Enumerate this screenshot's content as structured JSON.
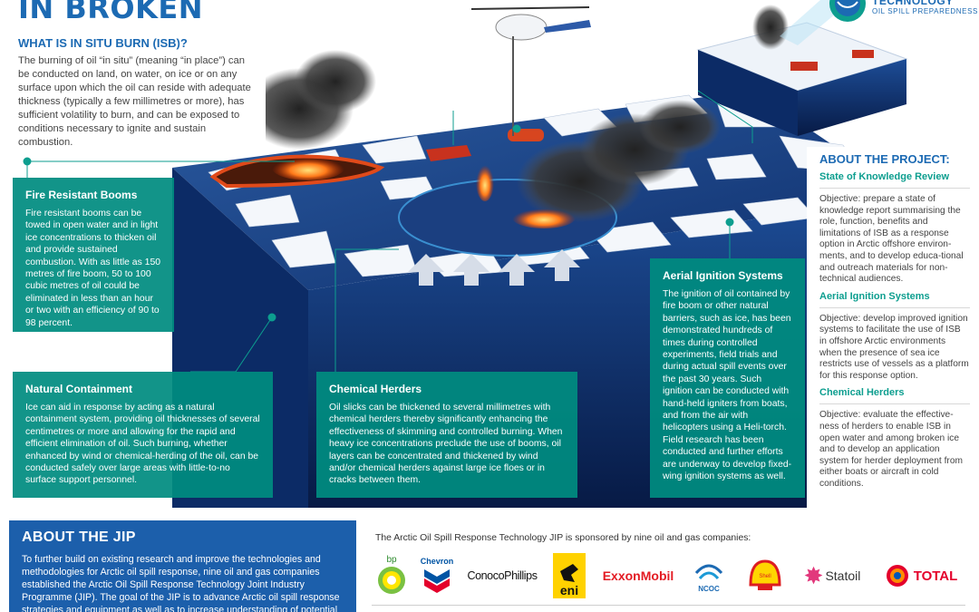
{
  "header": {
    "title": "IN BROKEN ICE"
  },
  "intro": {
    "heading": "WHAT IS IN SITU BURN (ISB)?",
    "body": "The burning of oil “in situ” (meaning “in place”) can be conducted on land, on water, on ice or on any surface upon which the oil can reside with adequate thickness (typically a few millimetres or more), has sufficient volatility to burn, and can be exposed to conditions necessary to ignite and sustain combustion."
  },
  "logo": {
    "line1": "TECHNOLOGY",
    "line2": "OIL SPILL PREPAREDNESS"
  },
  "callouts": {
    "booms": {
      "title": "Fire Resistant Booms",
      "body": "Fire resistant booms can be towed in open water and in light ice concentrations to thicken oil and provide sustained combustion. With as little as 150 metres of fire boom, 50 to 100 cubic metres of oil could be eliminated in less than an hour or two with an efficiency of 90 to 98 percent."
    },
    "natural": {
      "title": "Natural Containment",
      "body": "Ice can aid in response by acting as a natural containment system, providing oil thicknesses of several centimetres or more and allowing for the rapid and efficient elimination of oil. Such burning, whether enhanced by wind or chemical-herding of the oil, can be conducted safely over large areas with little-to-no surface support personnel."
    },
    "herders": {
      "title": "Chemical Herders",
      "body": "Oil slicks can be thickened to several millimetres with chemical herders thereby significantly enhancing the effectiveness of skimming and controlled burning. When heavy ice concentrations preclude the use of booms, oil layers can be concentrated and thickened by wind and/or chemical herders against large ice floes or in cracks between them."
    },
    "aerial": {
      "title": "Aerial Ignition Systems",
      "body": "The ignition of oil contained by fire boom or other natural barriers, such as ice, has been demonstrated hundreds of times during controlled experiments, field trials and during actual spill events over the past 30 years. Such ignition can be conducted with hand-held igniters from boats, and from the air with helicopters using a Heli-torch. Field research has been conducted and further efforts are underway to develop fixed-wing ignition systems as well."
    }
  },
  "project": {
    "heading": "ABOUT THE PROJECT:",
    "items": [
      {
        "title": "State of Knowledge Review",
        "body": "Objective: prepare a state of knowledge report summarising the role, function, benefits and limitations of ISB as a response option in Arctic offshore environ-ments, and to develop educa-tional and outreach materials for non-technical audiences."
      },
      {
        "title": "Aerial Ignition Systems",
        "body": "Objective: develop improved ignition systems to facilitate the use of ISB in offshore Arctic environments when the presence of sea ice restricts use of vessels as a platform for this response option."
      },
      {
        "title": "Chemical Herders",
        "body": "Objective: evaluate the effective-ness of herders to enable ISB in open water and among broken ice and to develop an application system for herder deployment from either boats or aircraft in cold conditions."
      }
    ]
  },
  "jip": {
    "heading": "ABOUT THE JIP",
    "body": "To further build on existing research and improve the technologies and methodologies for Arctic oil spill response, nine oil and gas companies established the Arctic Oil Spill Response Technology Joint Industry Programme (JIP). The goal of the JIP is to advance Arctic oil spill response strategies and equipment as well as to increase understanding of potential"
  },
  "sponsors": {
    "intro": "The Arctic Oil Spill Response Technology JIP is sponsored by nine oil and gas companies:",
    "logos": [
      "bp",
      "Chevron",
      "ConocoPhillips",
      "eni",
      "ExxonMobil",
      "NCOC",
      "Shell",
      "Statoil",
      "TOTAL"
    ]
  },
  "colors": {
    "brand_blue": "#1c6ab3",
    "callout_teal": "#008c80",
    "heading_teal": "#0d9e8f",
    "jip_blue": "#1c5fab",
    "sea_dark": "#0b2a5e"
  }
}
